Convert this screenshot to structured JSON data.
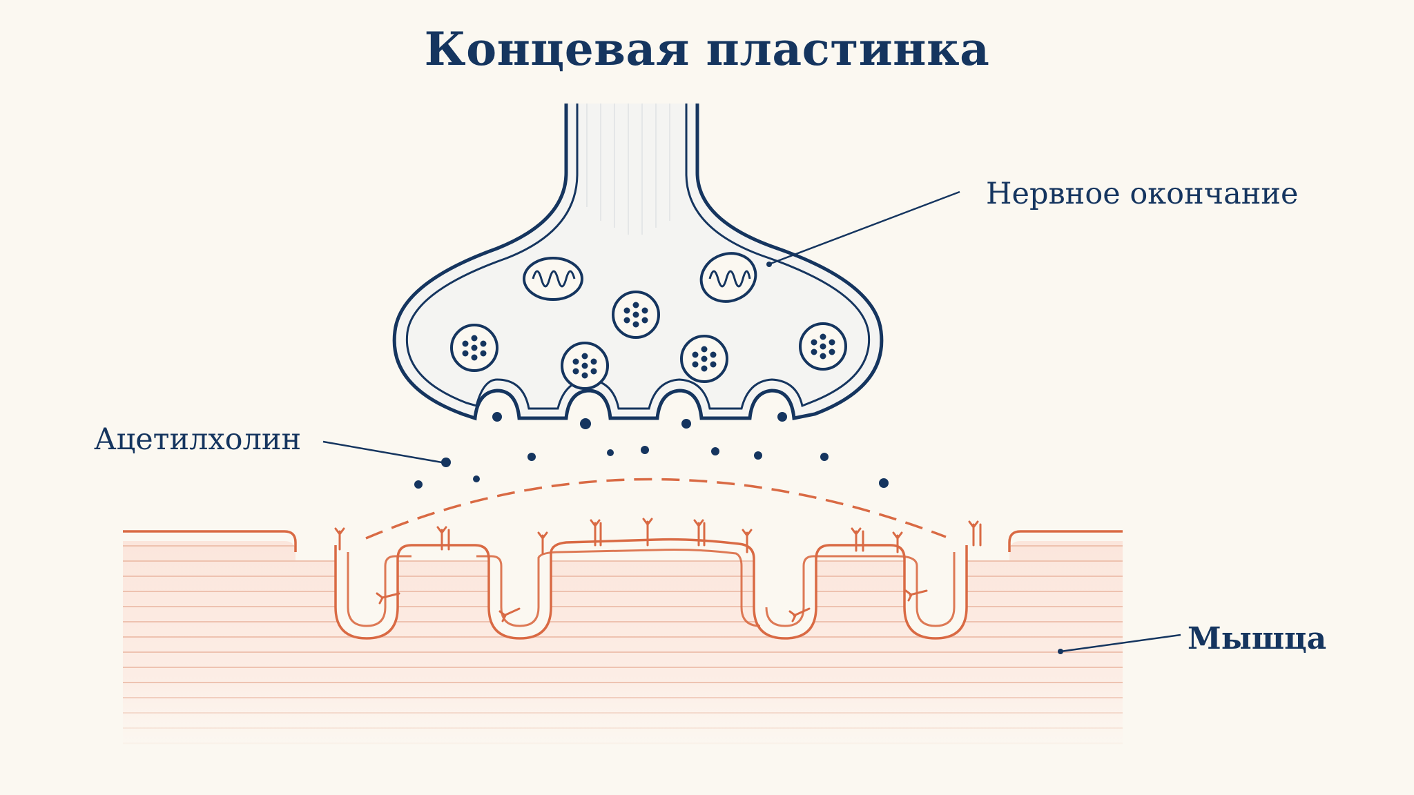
{
  "diagram": {
    "title": "Концевая пластинка",
    "labels": {
      "nerve_ending": "Нервное окончание",
      "acetylcholine": "Ацетилхолин",
      "muscle": "Мышца"
    },
    "colors": {
      "nerve": "#15355f",
      "muscle": "#d96a44",
      "background": "#fbf8f1"
    }
  }
}
